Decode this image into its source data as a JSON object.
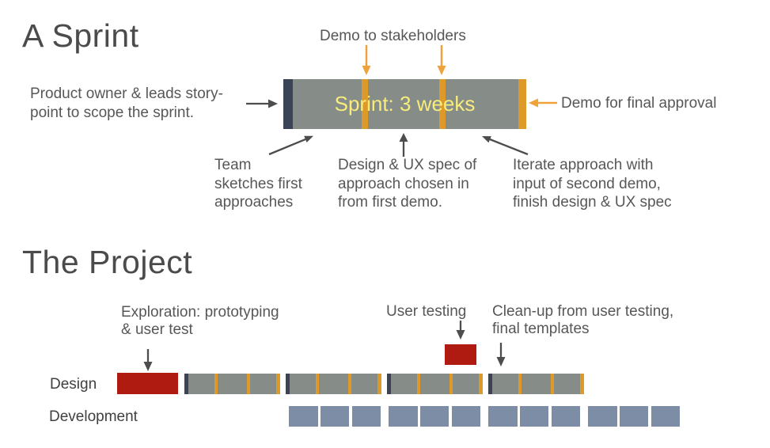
{
  "colors": {
    "orange_arrow": "#EFA23B",
    "orange_stripe": "#DD9A28",
    "navy": "#3A4456",
    "bar_gray": "#868D88",
    "yellow_label": "#F8EC7D",
    "red": "#AF1B10",
    "dev_blue": "#7E8DA6",
    "arrow_gray": "#4D4D4D",
    "text": "#575757",
    "title": "#4B4B4B"
  },
  "sprint": {
    "title": "A Sprint",
    "bar_label": "Sprint: 3 weeks",
    "demo_label": "Demo to stakeholders",
    "owner_note": "Product owner & leads story-\npoint to scope the sprint.",
    "final_label": "Demo for final approval",
    "team_note": "Team\nsketches first\napproaches",
    "designux_note": "Design & UX spec of\napproach chosen in\nfrom first demo.",
    "iterate_note": "Iterate approach with\ninput of second demo,\nfinish design & UX spec"
  },
  "project": {
    "title": "The Project",
    "exploration_note": "Exploration: prototyping\n& user test",
    "user_testing_label": "User testing",
    "cleanup_note": "Clean-up from user testing,\nfinal templates",
    "design_label": "Design",
    "development_label": "Development",
    "sprint_bar_xs": [
      233,
      361,
      489,
      617
    ],
    "dev_group_xs": [
      365,
      491,
      617,
      743
    ],
    "dev_blocks_per_group": 3
  }
}
